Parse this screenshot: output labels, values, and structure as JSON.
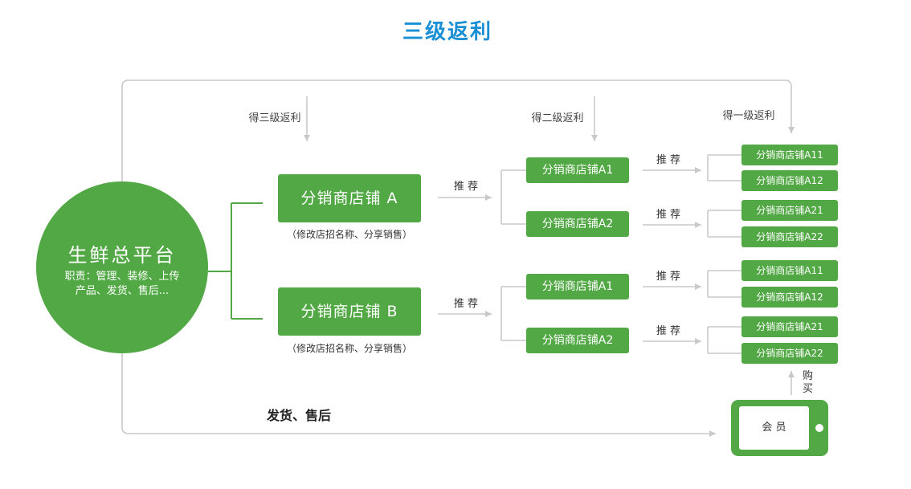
{
  "title": "三级返利",
  "colors": {
    "title": "#1a8fd3",
    "green": "#52a845",
    "connector": "#c9c9c9",
    "text": "#333333"
  },
  "platform": {
    "name": "生鲜总平台",
    "duties_line1": "职责：管理、装修、上传",
    "duties_line2": "产品、发货、售后..."
  },
  "rebates": {
    "level3": "得三级返利",
    "level2": "得二级返利",
    "level1": "得一级返利"
  },
  "recommend_label": "推 荐",
  "stores": [
    {
      "name": "分销商店铺 A",
      "note": "（修改店招名称、分享销售）",
      "children": [
        {
          "name": "分销商店铺A1",
          "children": [
            "分销商店铺A11",
            "分销商店铺A12"
          ]
        },
        {
          "name": "分销商店铺A2",
          "children": [
            "分销商店铺A21",
            "分销商店铺A22"
          ]
        }
      ]
    },
    {
      "name": "分销商店铺 B",
      "note": "（修改店招名称、分享销售）",
      "children": [
        {
          "name": "分销商店铺A1",
          "children": [
            "分销商店铺A11",
            "分销商店铺A12"
          ]
        },
        {
          "name": "分销商店铺A2",
          "children": [
            "分销商店铺A21",
            "分销商店铺A22"
          ]
        }
      ]
    }
  ],
  "member": {
    "label": "会 员",
    "buy_label": "购买"
  },
  "delivery_label": "发货、售后"
}
